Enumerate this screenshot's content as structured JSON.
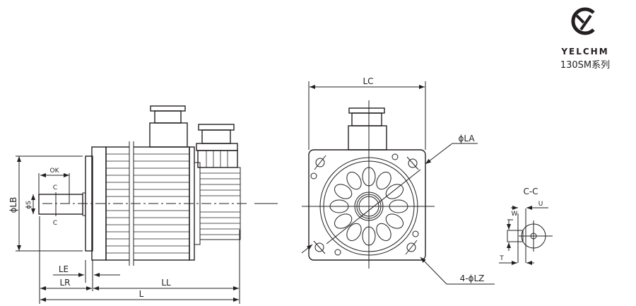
{
  "logo": {
    "brand": "YELCHM",
    "series": "130SM系列",
    "mark": "Y"
  },
  "side_view": {
    "phi_lb": "ϕLB",
    "phi_s": "ϕS",
    "ok": "OK",
    "c_top": "C",
    "c_bottom": "C",
    "le": "LE",
    "lr": "LR",
    "ll": "LL",
    "l": "L"
  },
  "front_view": {
    "lc": "LC",
    "phi_la": "ϕLA",
    "lz": "4-ϕLZ"
  },
  "section": {
    "title": "C-C",
    "u": "U",
    "w": "W",
    "t": "T"
  }
}
